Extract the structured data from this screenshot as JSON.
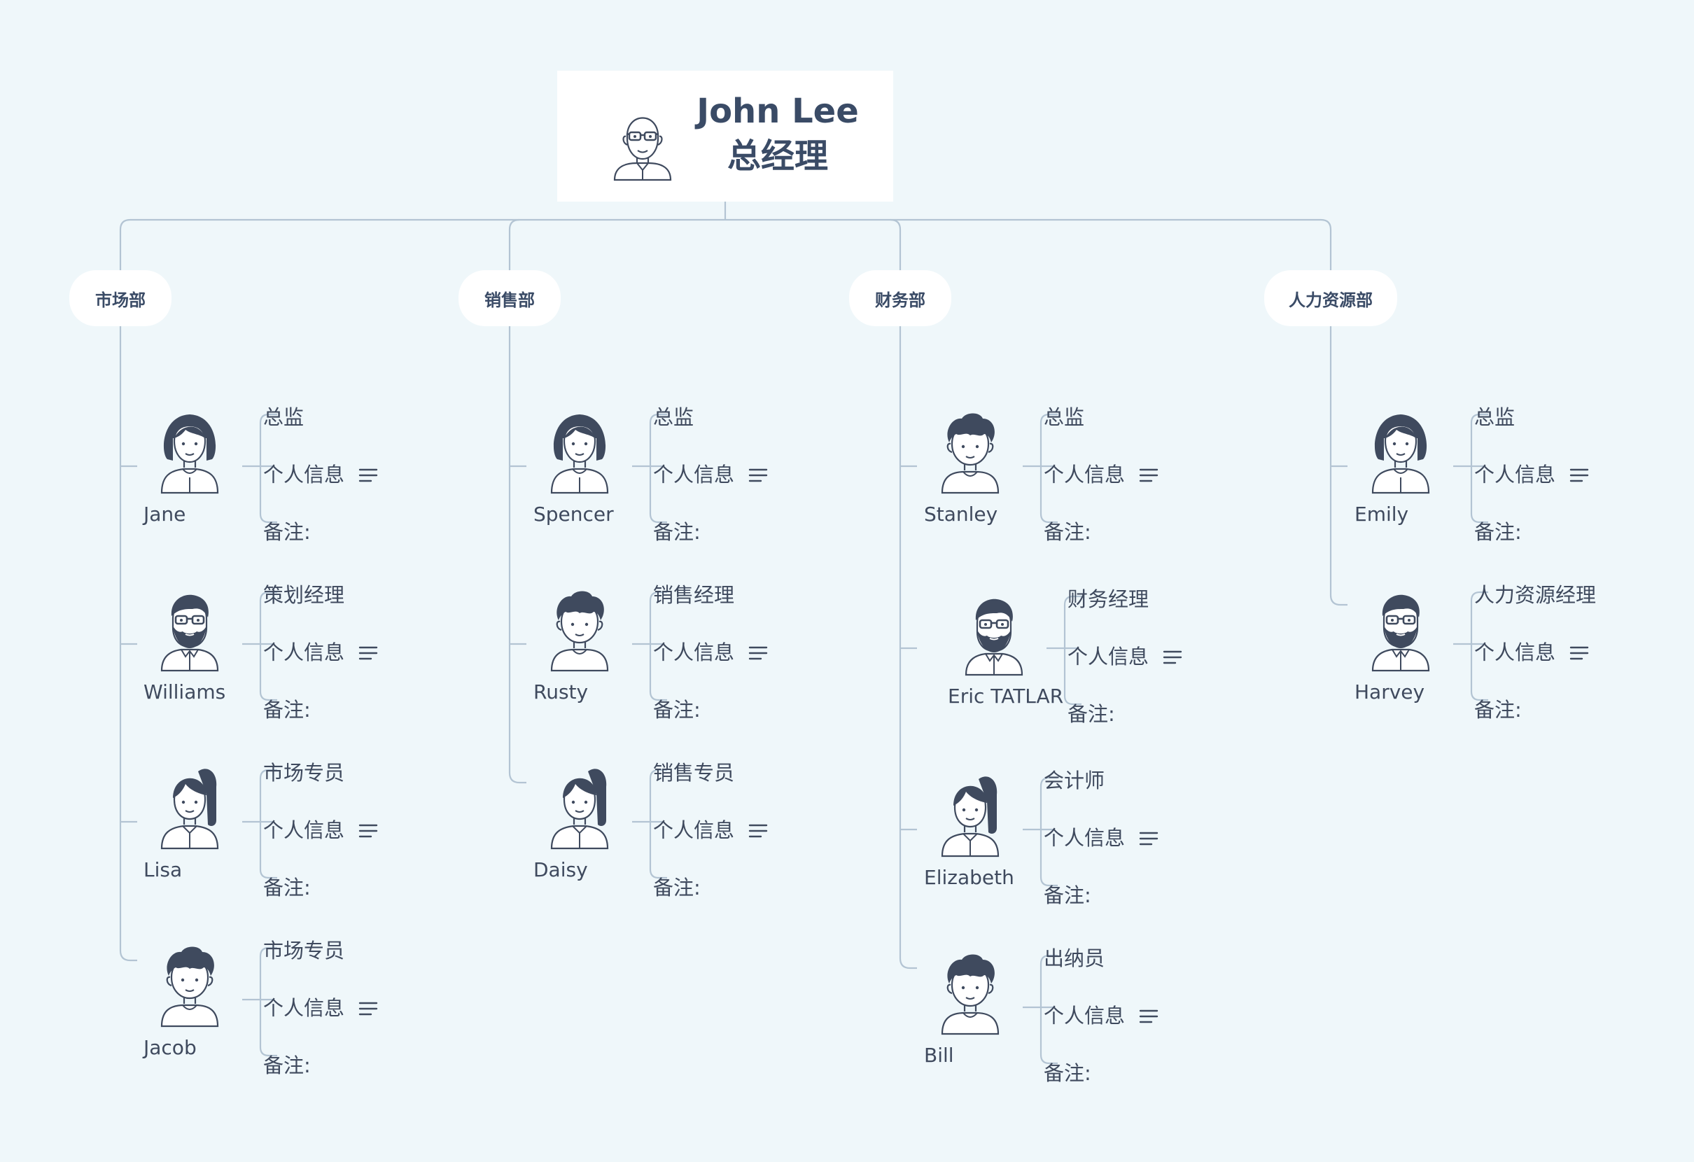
{
  "root": {
    "name": "John Lee",
    "title": "总经理"
  },
  "labels": {
    "info": "个人信息",
    "note": "备注:"
  },
  "colors": {
    "background": "#eff7fa",
    "node_fill": "#ffffff",
    "line": "#b3c4d3",
    "text": "#3f4a5e",
    "title_text": "#3a4b66"
  },
  "departments": [
    {
      "name": "市场部",
      "employees": [
        {
          "name": "Jane",
          "role": "总监",
          "avatar": "woman-long-hair-icon"
        },
        {
          "name": "Williams",
          "role": "策划经理",
          "avatar": "bearded-man-glasses-icon"
        },
        {
          "name": "Lisa",
          "role": "市场专员",
          "avatar": "woman-ponytail-icon"
        },
        {
          "name": "Jacob",
          "role": "市场专员",
          "avatar": "curly-man-icon"
        }
      ]
    },
    {
      "name": "销售部",
      "employees": [
        {
          "name": "Spencer",
          "role": "总监",
          "avatar": "woman-long-hair-icon"
        },
        {
          "name": "Rusty",
          "role": "销售经理",
          "avatar": "curly-man-icon"
        },
        {
          "name": "Daisy",
          "role": "销售专员",
          "avatar": "woman-ponytail-icon"
        }
      ]
    },
    {
      "name": "财务部",
      "employees": [
        {
          "name": "Stanley",
          "role": "总监",
          "avatar": "curly-man-icon"
        },
        {
          "name": "Eric TATLAR",
          "role": "财务经理",
          "avatar": "bearded-man-glasses-icon"
        },
        {
          "name": "Elizabeth",
          "role": "会计师",
          "avatar": "woman-ponytail-icon"
        },
        {
          "name": "Bill",
          "role": "出纳员",
          "avatar": "curly-man-icon"
        }
      ]
    },
    {
      "name": "人力资源部",
      "employees": [
        {
          "name": "Emily",
          "role": "总监",
          "avatar": "woman-long-hair-icon"
        },
        {
          "name": "Harvey",
          "role": "人力资源经理",
          "avatar": "bearded-man-glasses-icon"
        }
      ]
    }
  ]
}
